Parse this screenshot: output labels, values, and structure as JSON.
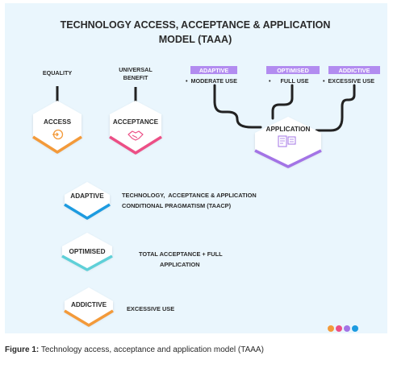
{
  "title": {
    "line1": "TECHNOLOGY ACCESS, ACCEPTANCE & APPLICATION",
    "line2": "MODEL (TAAA)"
  },
  "top_labels": {
    "equality": "EQUALITY",
    "universal_line1": "UNIVERSAL",
    "universal_line2": "BENEFIT"
  },
  "tags": [
    {
      "label": "ADAPTIVE",
      "bullet": "•  MODERATE USE"
    },
    {
      "label": "OPTIMISED",
      "bullet": "•      FULL USE"
    },
    {
      "label": "ADDICTIVE",
      "bullet": "•  EXCESSIVE USE"
    }
  ],
  "nodes": {
    "access": "ACCESS",
    "acceptance": "ACCEPTANCE",
    "application": "APPLICATION"
  },
  "modes": [
    {
      "label": "ADAPTIVE",
      "desc_line1": "TECHNOLOGY,  ACCEPTANCE & APPLICATION",
      "desc_line2": "CONDITIONAL PRAGMATISM (TAACP)"
    },
    {
      "label": "OPTIMISED",
      "desc_line1": "TOTAL ACCEPTANCE + FULL",
      "desc_line2": "APPLICATION"
    },
    {
      "label": "ADDICTIVE",
      "desc_line1": "EXCESSIVE USE",
      "desc_line2": ""
    }
  ],
  "colors": {
    "panel": "#eaf6fd",
    "orange": "#f39a3a",
    "pink": "#ec4f86",
    "purple": "#a374e6",
    "blue": "#1d9be0",
    "teal": "#5fd0d8",
    "tag": "#b28cf0"
  },
  "caption": {
    "figure": "Figure 1:",
    "text": " Technology access, acceptance and application model (TAAA)"
  }
}
